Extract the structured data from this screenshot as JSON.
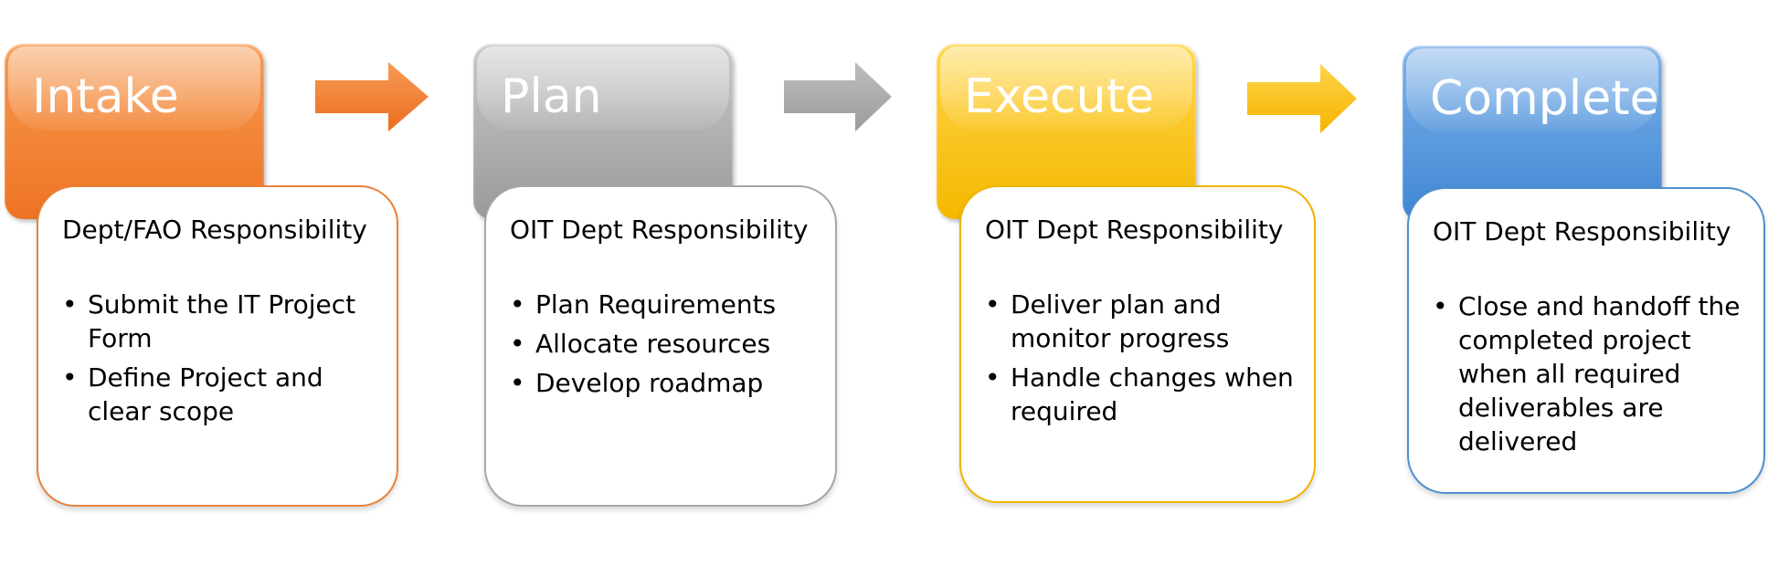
{
  "stages": [
    {
      "title": "Intake",
      "responsibility": "Dept/FAO Responsibility",
      "bullets": [
        "Submit the IT Project Form",
        "Define Project and clear scope"
      ],
      "color": "#F07B2B",
      "color_light": "#F79A55",
      "border": "#E8823A"
    },
    {
      "title": "Plan",
      "responsibility": "OIT Dept Responsibility",
      "bullets": [
        "Plan Requirements",
        "Allocate resources",
        "Develop roadmap"
      ],
      "color": "#A0A0A0",
      "color_light": "#C4C4C4",
      "border": "#A6A6A6"
    },
    {
      "title": "Execute",
      "responsibility": "OIT Dept Responsibility",
      "bullets": [
        "Deliver plan and monitor progress",
        "Handle changes when required"
      ],
      "color": "#FFC000",
      "color_light": "#FFD94D",
      "border": "#F0B400"
    },
    {
      "title": "Complete",
      "responsibility": "OIT Dept Responsibility",
      "bullets": [
        "Close and handoff the completed project when all required deliverables are delivered"
      ],
      "color": "#4A90D9",
      "color_light": "#7FB2E8",
      "border": "#4F8FD0"
    }
  ],
  "arrow_colors": [
    "#F07B2B",
    "#A6A6A6",
    "#FFC000"
  ]
}
